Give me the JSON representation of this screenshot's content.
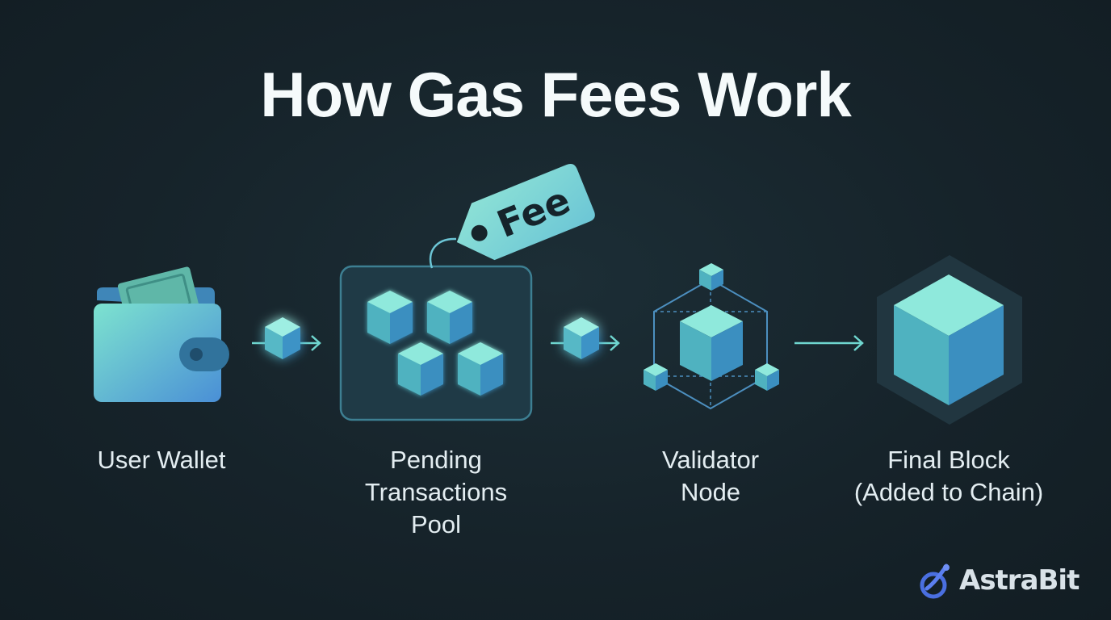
{
  "title": "How Gas Fees Work",
  "fee_tag": "Fee",
  "stages": {
    "wallet": [
      "User Wallet"
    ],
    "pool": [
      "Pending",
      "Transactions",
      "Pool"
    ],
    "validator": [
      "Validator",
      "Node"
    ],
    "block": [
      "Final Block",
      "(Added to Chain)"
    ]
  },
  "brand": {
    "name": "AstraBit"
  },
  "colors": {
    "background": "#16232a",
    "accent_cyan": "#6fd6cf",
    "accent_blue": "#4a8fd6",
    "text": "#e3edf1"
  }
}
